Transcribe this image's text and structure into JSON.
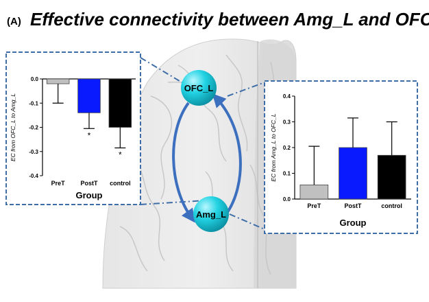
{
  "figure": {
    "panel_label": "(A)",
    "title": "Effective connectivity between Amg_L and OFC_L",
    "node_top_label": "OFC_L",
    "node_bottom_label": "Amg_L"
  },
  "colors": {
    "node_fill": "#22d3e3",
    "arrow": "#3d6fbf",
    "dash_box": "#3e6ea8",
    "bar_pret": "#c0c0c0",
    "bar_postt": "#0a1aff",
    "bar_control": "#000000"
  },
  "chart_data": [
    {
      "type": "bar",
      "categories": [
        "PreT",
        "PostT",
        "control"
      ],
      "values": [
        -0.02,
        -0.14,
        -0.2
      ],
      "errors": [
        0.08,
        0.065,
        0.085
      ],
      "significance": [
        "",
        "*",
        "*"
      ],
      "xlabel": "Group",
      "ylabel": "EC from OFC_L to Amg_L",
      "ylim": [
        -0.4,
        0
      ],
      "yticks": [
        "0.0",
        "-0.1",
        "-0.2",
        "-0.3",
        "-0.4"
      ],
      "ytick_values": [
        0,
        -0.1,
        -0.2,
        -0.3,
        -0.4
      ]
    },
    {
      "type": "bar",
      "categories": [
        "PreT",
        "PostT",
        "control"
      ],
      "values": [
        0.055,
        0.2,
        0.17
      ],
      "errors": [
        0.15,
        0.115,
        0.13
      ],
      "significance": [
        "",
        "",
        ""
      ],
      "xlabel": "Group",
      "ylabel": "EC from Amg_L to OFC_L",
      "ylim": [
        0,
        0.4
      ],
      "yticks": [
        "0.0",
        "0.1",
        "0.2",
        "0.3",
        "0.4"
      ],
      "ytick_values": [
        0,
        0.1,
        0.2,
        0.3,
        0.4
      ]
    }
  ]
}
